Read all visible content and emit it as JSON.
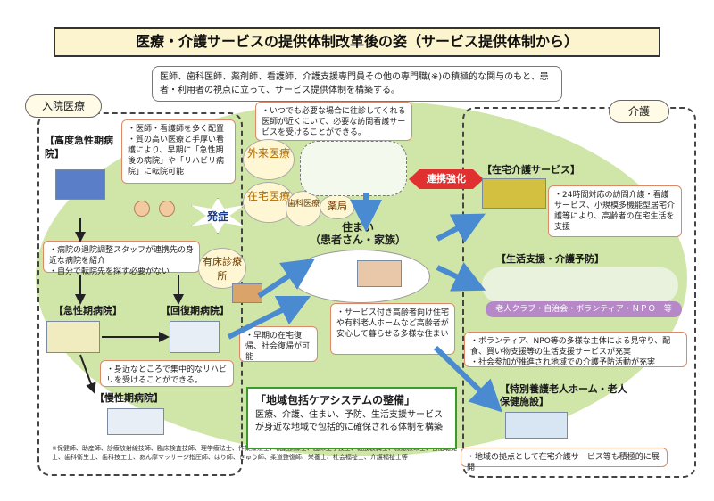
{
  "title": "医療・介護サービスの提供体制改革後の姿（サービス提供体制から）",
  "subtitle": "医師、歯科医師、薬剤師、看護師、介護支援専門員その他の専門職(※)の積極的な関与のもと、患者・利用者の視点に立って、サービス提供体制を構築する。",
  "left_header": "入院医療",
  "right_header": "介護",
  "home_visit_note": "・いつでも必要な場合に往診してくれる医師が近くにいて、必要な訪問看護サービスを受けることができる。",
  "high_acute": "【高度急性期病院】",
  "high_acute_note": "・医師・看護師を多く配置\n・質の高い医療と手厚い看護により、早期に「急性期後の病院」や「リハビリ病院」に転院可能",
  "outpatient": "外来医療",
  "home_medical": "在宅医療",
  "dental": "歯科医療",
  "pharmacy": "薬局",
  "onset": "発症",
  "clinic": "有床診療所",
  "coordination": "連携強化",
  "home_care_service": "【在宅介護サービス】",
  "home_care_note": "・24時間対応の訪問介護・看護サービス、小規模多機能型居宅介護等により、高齢者の在宅生活を支援",
  "living_label": "住まい",
  "living_sub": "（患者さん・家族）",
  "discharge_note": "・病院の退院調整スタッフが連携先の身近な病院を紹介\n・自分で転院先を探す必要がない",
  "acute": "【急性期病院】",
  "recovery": "【回復期病院】",
  "early_return": "・早期の在宅復帰、社会復帰が可能",
  "housing_note": "・サービス付き高齢者向け住宅や有料老人ホームなど高齢者が安心して暮らせる多様な住まい",
  "life_support": "【生活支援・介護予防】",
  "club_label": "老人クラブ・自治会・ボランティア・ＮＰＯ　等",
  "life_support_note": "・ボランティア、NPO等の多様な主体による見守り、配食、買い物支援等の生活支援サービスが充実\n・社会参加が推進され地域での介護予防活動が充実",
  "rehab_note": "・身近なところで集中的なリハビリを受けることができる。",
  "chronic": "【慢性期病院】",
  "community_title": "「地域包括ケアシステムの整備」",
  "community_body": "医療、介護、住まい、予防、生活支援サービスが身近な地域で包括的に確保される体制を構築",
  "nursing_home": "【特別養護老人ホーム・老人保健施設】",
  "nursing_note": "・地域の拠点として在宅介護サービス等も積極的に展開",
  "footnote": "※保健師、助産師、診療放射線技師、臨床検査技師、理学療法士、作業療法士、視能訓練士、臨床工学技士、義肢装具士、救急救命士、言語聴覚士、歯科衛生士、歯科技工士、あん摩マッサージ指圧師、はり師、きゅう師、柔道整復師、栄養士、社会福祉士、介護福祉士等",
  "colors": {
    "green_area": "#cfe6a8",
    "title_bg": "#fbf4cf",
    "accent_red": "#e03030",
    "arrow_blue": "#4a8ad0",
    "box_green": "#3a9a2a"
  }
}
